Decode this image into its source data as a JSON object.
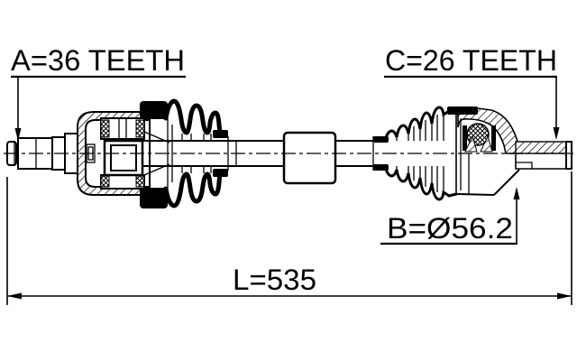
{
  "diagram": {
    "kind": "cv-axle-drive-shaft-technical-drawing",
    "colors": {
      "line": "#000000",
      "background": "#ffffff"
    },
    "labels": {
      "a_spline": "A=36 TEETH",
      "c_spline": "C=26 TEETH",
      "b_diameter": "B=Ø56.2",
      "length": "L=535"
    },
    "measurements": {
      "a_teeth": 36,
      "c_teeth": 26,
      "b_boot_diameter": 56.2,
      "overall_length": 535
    }
  }
}
